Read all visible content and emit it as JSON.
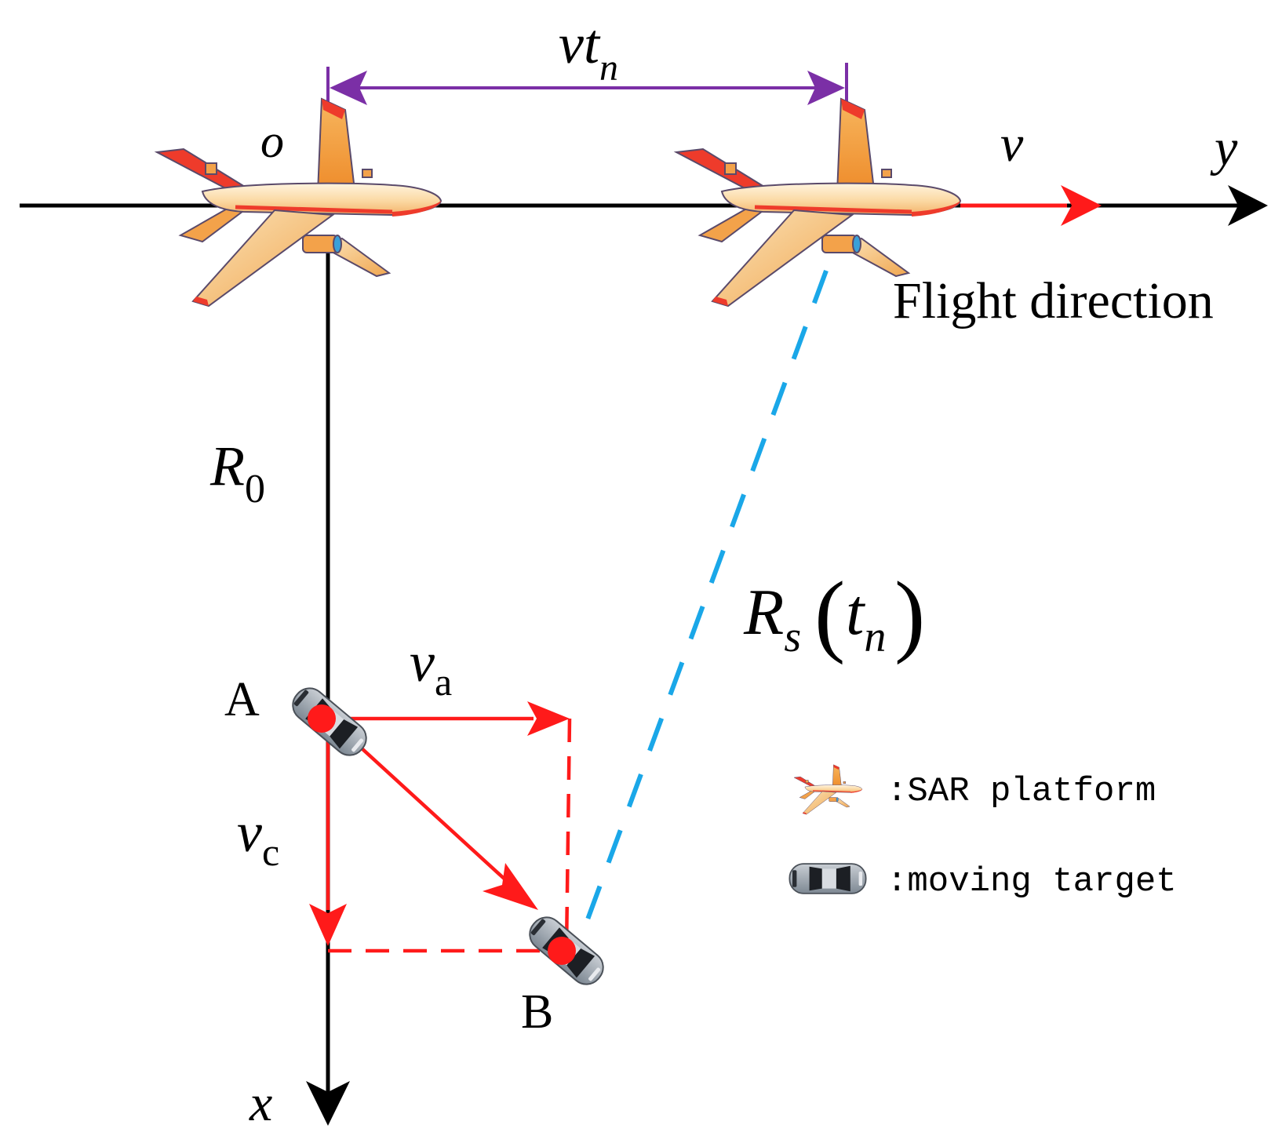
{
  "labels": {
    "origin": "o",
    "y_axis": "y",
    "x_axis": "x",
    "velocity": "v",
    "flight_direction": "Flight direction",
    "displacement_main": "vt",
    "displacement_sub": "n",
    "R0_main": "R",
    "R0_sub": "0",
    "Rs_main": "R",
    "Rs_sub": "s",
    "Rs_arg_main": "t",
    "Rs_arg_sub": "n",
    "va_main": "v",
    "va_sub": "a",
    "vc_main": "v",
    "vc_sub": "c",
    "point_a": "A",
    "point_b": "B"
  },
  "legend": {
    "sar_platform": ":SAR platform",
    "moving_target": ":moving target"
  },
  "colors": {
    "axis": "#000000",
    "velocity_arrow": "#ff1a1a",
    "displacement": "#7b2fa6",
    "slant_range": "#1aa7e8",
    "target_point": "#ff1a1a",
    "plane_body": "#fbd9a3",
    "plane_accent": "#ee3b2b",
    "car_body": "#9aa3ad"
  },
  "icons": {
    "plane": "airplane-icon",
    "car": "car-icon"
  }
}
